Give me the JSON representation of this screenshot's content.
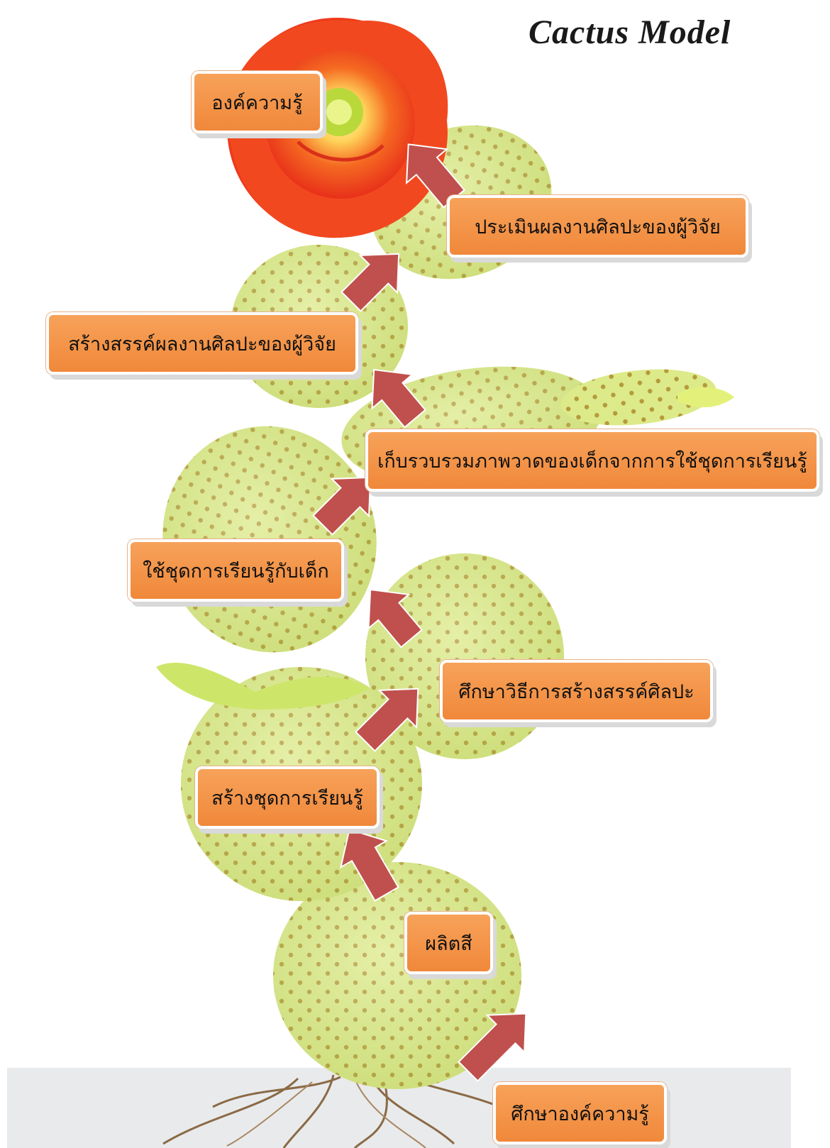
{
  "title": "Cactus Model",
  "colors": {
    "box_fill": "#f39447",
    "arrow_fill": "#c0504d",
    "pad_green": "#dcea8a",
    "areole": "#b59a3a",
    "flower_red": "#f03a1a",
    "flower_center": "#ffe26a"
  },
  "steps": [
    {
      "id": "s1",
      "label": "ศึกษาองค์ความรู้"
    },
    {
      "id": "s2",
      "label": "ผลิตสี"
    },
    {
      "id": "s3",
      "label": "สร้างชุดการเรียนรู้"
    },
    {
      "id": "s4",
      "label": "ศึกษาวิธีการสร้างสรรค์ศิลปะ"
    },
    {
      "id": "s5",
      "label": "ใช้ชุดการเรียนรู้กับเด็ก"
    },
    {
      "id": "s6",
      "label": "เก็บรวบรวมภาพวาดของเด็กจากการใช้ชุดการเรียนรู้"
    },
    {
      "id": "s7",
      "label": "สร้างสรรค์ผลงานศิลปะของผู้วิจัย"
    },
    {
      "id": "s8",
      "label": "ประเมินผลงานศิลปะของผู้วิจัย"
    },
    {
      "id": "s9",
      "label": "องค์ความรู้"
    }
  ]
}
